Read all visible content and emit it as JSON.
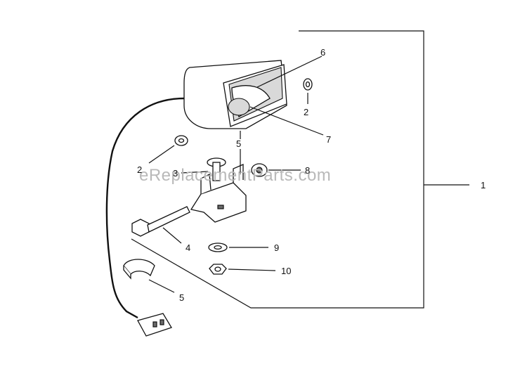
{
  "watermark": "eReplacementParts.com",
  "callouts": [
    {
      "id": "assembly",
      "label": "1"
    },
    {
      "id": "washer-top",
      "label": "2"
    },
    {
      "id": "washer-left",
      "label": "2"
    },
    {
      "id": "carriage-bolt",
      "label": "3"
    },
    {
      "id": "long-bolt",
      "label": "4"
    },
    {
      "id": "housing-rear",
      "label": "5"
    },
    {
      "id": "wire-clip",
      "label": "5"
    },
    {
      "id": "lens",
      "label": "6"
    },
    {
      "id": "bulb-reflector",
      "label": "7"
    },
    {
      "id": "spacer",
      "label": "8"
    },
    {
      "id": "flat-washer",
      "label": "9"
    },
    {
      "id": "nut",
      "label": "10"
    }
  ],
  "colors": {
    "line": "#111111",
    "watermark": "#b9b9b9",
    "background": "#ffffff"
  }
}
